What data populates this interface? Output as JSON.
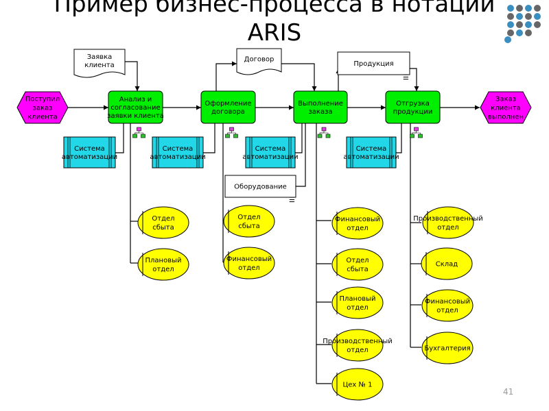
{
  "title": {
    "line1": "Пример бизнес-процесса в нотации",
    "line2": "ARIS"
  },
  "colors": {
    "event": "#ff00ff",
    "function": "#00ee00",
    "system": "#22d8e8",
    "unit": "#ffff00",
    "document": "#ffffff",
    "logo_blue": "#3b8ec0",
    "logo_gray": "#666666"
  },
  "events": {
    "start": [
      "Поступил",
      "заказ",
      "клиента"
    ],
    "end": [
      "Заказ",
      "клиента",
      "выполнен"
    ]
  },
  "functions": {
    "analysis": [
      "Анализ и",
      "согласование",
      "заявки клиента"
    ],
    "contract": [
      "Оформление",
      "договора"
    ],
    "execution": [
      "Выполнение",
      "заказа"
    ],
    "shipment": [
      "Отгрузка",
      "продукции"
    ]
  },
  "documents": {
    "request": [
      "Заявка",
      "клиента"
    ],
    "contract": [
      "Договор"
    ],
    "products": [
      "Продукция"
    ],
    "equipment": [
      "Оборудование"
    ]
  },
  "systems": {
    "label": [
      "Система",
      "автоматизации"
    ]
  },
  "units": {
    "analysis": [
      [
        "Отдел",
        "сбыта"
      ],
      [
        "Плановый",
        "отдел"
      ]
    ],
    "contract": [
      [
        "Отдел",
        "сбыта"
      ],
      [
        "Финансовый",
        "отдел"
      ]
    ],
    "execution": [
      [
        "Финансовый",
        "отдел"
      ],
      [
        "Отдел",
        "сбыта"
      ],
      [
        "Плановый",
        "отдел"
      ],
      [
        "Производственный",
        "отдел"
      ],
      [
        "Цех № 1"
      ]
    ],
    "shipment": [
      [
        "Производственный",
        "отдел"
      ],
      [
        "Склад"
      ],
      [
        "Финансовый",
        "отдел"
      ],
      [
        "Бухгалтерия"
      ]
    ]
  },
  "page_number": "41"
}
